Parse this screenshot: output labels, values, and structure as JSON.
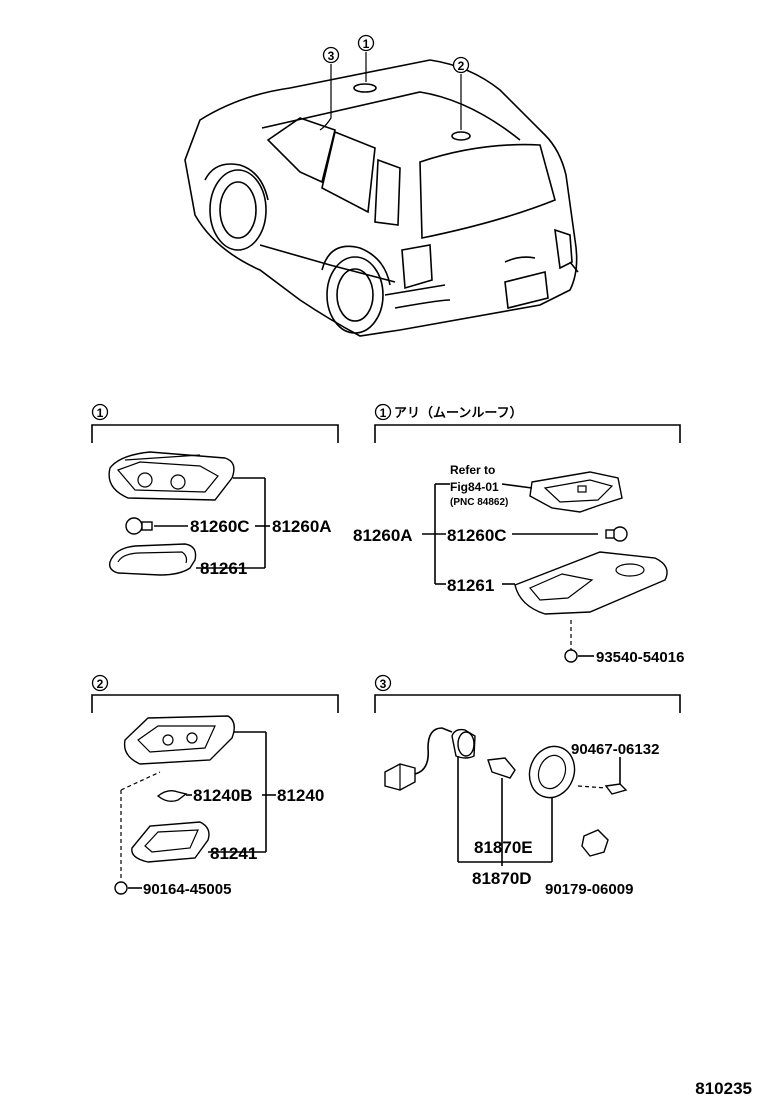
{
  "callouts": {
    "c1": "1",
    "c2": "2",
    "c3": "3"
  },
  "sections": {
    "s1": {
      "num": "1",
      "parts": {
        "p1": "81260C",
        "p2": "81260A",
        "p3": "81261"
      }
    },
    "s1b": {
      "num": "1",
      "title": "アリ（ムーンルーフ）",
      "refer": [
        "Refer to",
        "Fig84-01",
        "(PNC 84862)"
      ],
      "parts": {
        "p1": "81260A",
        "p2": "81260C",
        "p3": "81261",
        "p4": "93540-54016"
      }
    },
    "s2": {
      "num": "2",
      "parts": {
        "p1": "81240B",
        "p2": "81240",
        "p3": "81241",
        "p4": "90164-45005"
      }
    },
    "s3": {
      "num": "3",
      "parts": {
        "p1": "90467-06132",
        "p2": "81870E",
        "p3": "81870D",
        "p4": "90179-06009"
      }
    }
  },
  "figure_id": "810235"
}
